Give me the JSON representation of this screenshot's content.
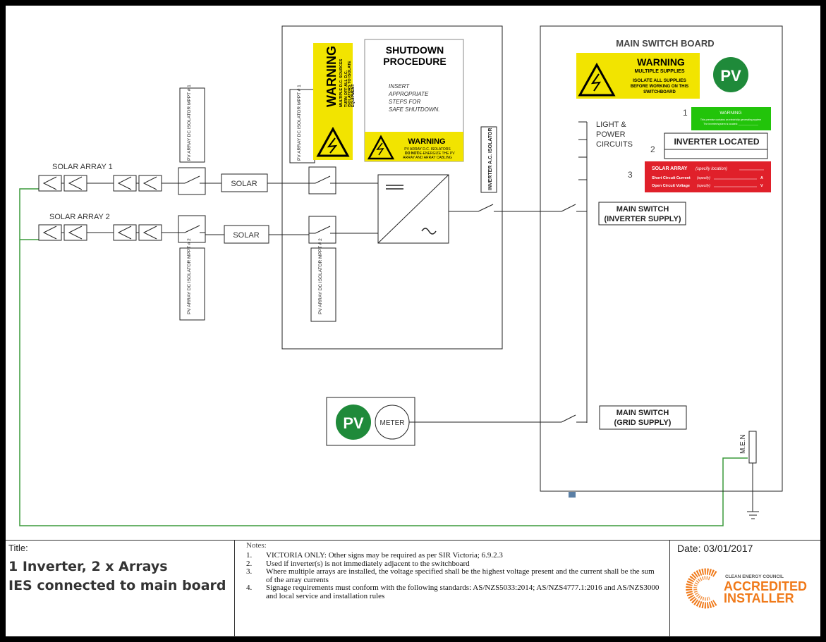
{
  "diagram": {
    "solar_array_1_label": "SOLAR ARRAY 1",
    "solar_array_2_label": "SOLAR ARRAY 2",
    "dc_isolator_1_label": "PV ARRAY DC ISOLATOR MPPT # 1",
    "dc_isolator_2_label": "PV ARRAY DC ISOLATOR MPPT # 2",
    "solar_label": "SOLAR",
    "warning_sign": {
      "title": "WARNING",
      "line1": "MULTIPLE D.C. SOURCES",
      "line2": "TURN OFF ALL D.C.",
      "line3": "ISOLATORS TO ISOLATE",
      "line4": "EQUIPMENT"
    },
    "shutdown": {
      "title1": "SHUTDOWN",
      "title2": "PROCEDURE",
      "step1": "INSERT",
      "step2": "APPROPRIATE",
      "step3": "STEPS FOR",
      "step4": "SAFE SHUTDOWN.",
      "warning_title": "WARNING",
      "warning_line1": "PV ARRAY D.C. ISOLATORS",
      "warning_line2_bold": "DO NOT",
      "warning_line2": "DE-ENERGIZE THE PV",
      "warning_line3": "ARRAY AND ARRAY CABLING"
    },
    "inverter_ac_isolator_label": "INVERTER A.C. ISOLATOR",
    "main_switch_board_title": "MAIN SWITCH BOARD",
    "msb_warning": {
      "title": "WARNING",
      "line1": "MULTIPLE SUPPLIES",
      "line2": "ISOLATE ALL SUPPLIES",
      "line3": "BEFORE WORKING ON THIS",
      "line4": "SWITCHBOARD"
    },
    "pv_badge": "PV",
    "light_power_line1": "LIGHT &",
    "light_power_line2": "POWER",
    "light_power_line3": "CIRCUITS",
    "sign_numbers": [
      "1",
      "2",
      "3"
    ],
    "green_sign": {
      "title": "WARNING",
      "line1": "This premise contains an electricity generating system",
      "line2": "The inverter/system is located: ______________"
    },
    "inverter_located": "INVERTER LOCATED",
    "red_sign": {
      "title_bold": "SOLAR ARRAY",
      "title_italic": "(specify location)",
      "row1": "Short Circuit Current",
      "row1_hint": "(specify)",
      "row1_unit": "A",
      "row2": "Open Circuit Voltage",
      "row2_hint": "(specify)",
      "row2_unit": "V"
    },
    "main_switch_inverter_line1": "MAIN SWITCH",
    "main_switch_inverter_line2": "(INVERTER SUPPLY)",
    "main_switch_grid_line1": "MAIN SWITCH",
    "main_switch_grid_line2": "(GRID SUPPLY)",
    "meter_label": "METER",
    "men_label": "M.E.N"
  },
  "title_block": {
    "title_label": "Title:",
    "title_line1": "1 Inverter, 2 x Arrays",
    "title_line2": "IES connected to main board",
    "notes_label": "Notes:",
    "notes": [
      {
        "num": "1.",
        "text": "VICTORIA ONLY: Other signs may be required as per SIR Victoria; 6.9.2.3"
      },
      {
        "num": "2.",
        "text": "Used if inverter(s) is not immediately adjacent to the switchboard"
      },
      {
        "num": "3.",
        "text": "Where multiple arrays are installed, the voltage specified shall be the highest voltage present and the current shall be the sum of the array currents"
      },
      {
        "num": "4.",
        "text": "Signage requirements must conform with the following standards: AS/NZS5033:2014; AS/NZS4777.1:2016 and AS/NZS3000 and local service and installation rules"
      }
    ],
    "date_label": "Date: 03/01/2017",
    "logo": {
      "line1": "CLEAN ENERGY COUNCIL",
      "line2": "ACCREDITED",
      "line3": "INSTALLER"
    }
  },
  "colors": {
    "warning_yellow": "#f2e400",
    "green_wire": "#3a9a3a",
    "pv_green": "#1f8a3a",
    "red_sign": "#e0202a",
    "lime_sign": "#22c40a",
    "logo_orange": "#f07a1a"
  }
}
